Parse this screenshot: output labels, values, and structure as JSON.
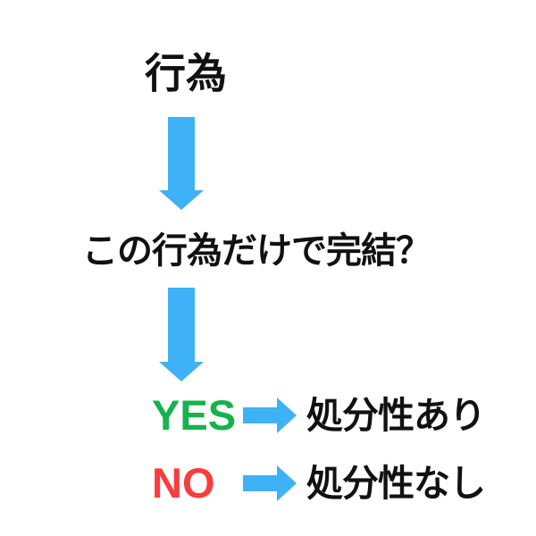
{
  "flowchart": {
    "type": "decision-flow",
    "start_node": "行為",
    "question_node": "この行為だけで完結？",
    "branches": [
      {
        "answer": "YES",
        "answer_color": "#16b24d",
        "outcome": "処分性あり"
      },
      {
        "answer": "NO",
        "answer_color": "#f93c3c",
        "outcome": "処分性なし"
      }
    ]
  },
  "colors": {
    "arrow_blue": "#3eb1f7",
    "yes_green": "#16b24d",
    "no_red": "#f93c3c",
    "text_black": "#111111",
    "background": "#ffffff"
  }
}
